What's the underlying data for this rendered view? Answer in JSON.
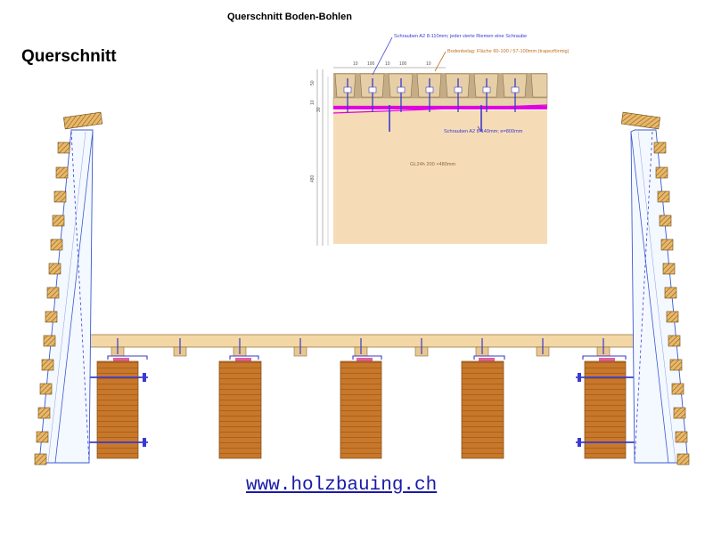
{
  "header": {
    "title": "Querschnitt Boden-Bohlen",
    "section_title": "Querschnitt"
  },
  "detail": {
    "note_screws_top": "Schrauben A2 8-110mm; jeder vierte Riemen eine Schraube",
    "note_floor": "Bodenbelag: Fläche 60-100 / 57-100mm (trapezförmig)",
    "note_screws_bottom": "Schrauben A2 8-140mm; e=800mm",
    "beam_label": "GL24h 200 ×480mm",
    "dims_top": [
      "10",
      "100",
      "10",
      "100",
      "10"
    ],
    "dims_left": [
      "50",
      "10",
      "30",
      "480"
    ]
  },
  "footer": {
    "link_text": "www.holzbauing.ch"
  },
  "colors": {
    "timber": "#c87a2a",
    "timber_light": "#f0d39a",
    "deck": "#f3d7a4",
    "steel": "#3a3acf",
    "magenta": "#e000e0",
    "beam_fill": "#f6dcb6"
  }
}
